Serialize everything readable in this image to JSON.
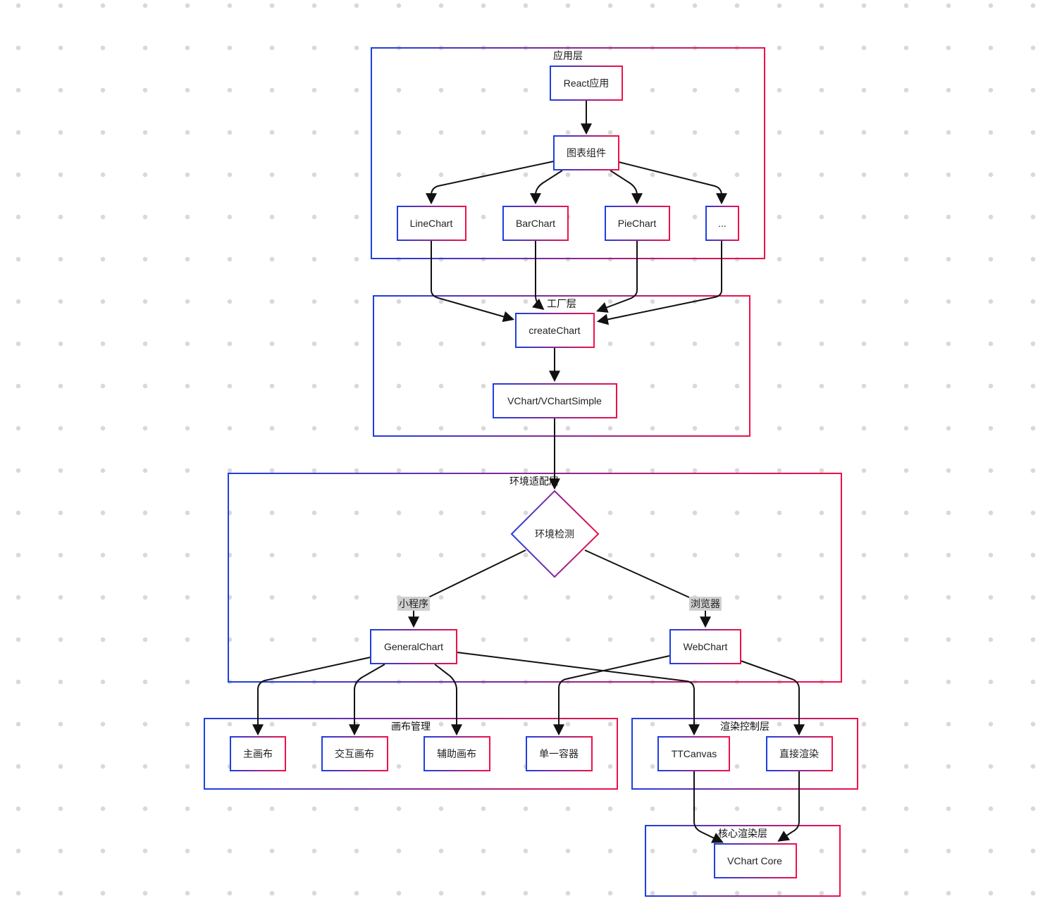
{
  "groups": {
    "app": "应用层",
    "factory": "工厂层",
    "env": "环境适配层",
    "canvas": "画布管理",
    "render": "渲染控制层",
    "core": "核心渲染层"
  },
  "nodes": {
    "react_app": "React应用",
    "chart_component": "图表组件",
    "line_chart": "LineChart",
    "bar_chart": "BarChart",
    "pie_chart": "PieChart",
    "more": "...",
    "create_chart": "createChart",
    "vchart_simple": "VChart/VChartSimple",
    "env_detect": "环境检测",
    "general_chart": "GeneralChart",
    "web_chart": "WebChart",
    "main_canvas": "主画布",
    "interactive_canvas": "交互画布",
    "aux_canvas": "辅助画布",
    "single_container": "单一容器",
    "tt_canvas": "TTCanvas",
    "direct_render": "直接渲染",
    "vchart_core": "VChart Core"
  },
  "edge_labels": {
    "miniprogram": "小程序",
    "browser": "浏览器"
  },
  "colors": {
    "gradient_start": "#1f3fe0",
    "gradient_end": "#f0104a",
    "edge": "#111111"
  }
}
